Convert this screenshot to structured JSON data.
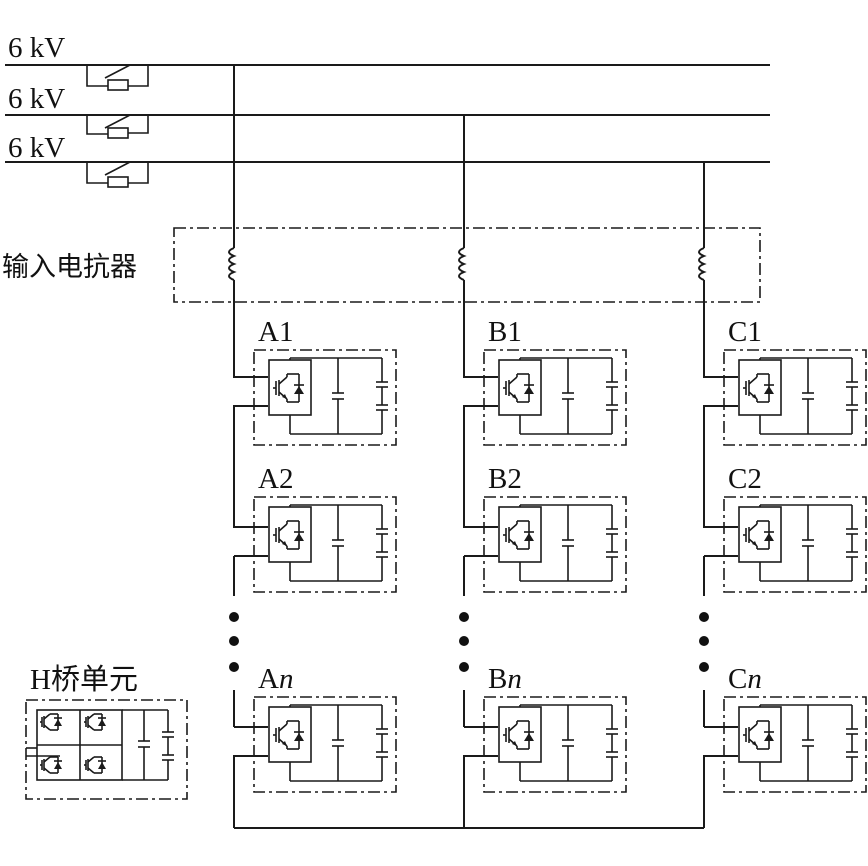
{
  "bus_labels": [
    "6 kV",
    "6 kV",
    "6 kV"
  ],
  "reactor_label": "输入电抗器",
  "hbridge_label": "H桥单元",
  "phases": [
    {
      "letter": "A",
      "cells": [
        {
          "prefix": "A",
          "suffix": "1"
        },
        {
          "prefix": "A",
          "suffix": "2"
        },
        {
          "prefix": "A",
          "suffix": "n"
        }
      ]
    },
    {
      "letter": "B",
      "cells": [
        {
          "prefix": "B",
          "suffix": "1"
        },
        {
          "prefix": "B",
          "suffix": "2"
        },
        {
          "prefix": "B",
          "suffix": "n"
        }
      ]
    },
    {
      "letter": "C",
      "cells": [
        {
          "prefix": "C",
          "suffix": "1"
        },
        {
          "prefix": "C",
          "suffix": "2"
        },
        {
          "prefix": "C",
          "suffix": "n"
        }
      ]
    }
  ]
}
